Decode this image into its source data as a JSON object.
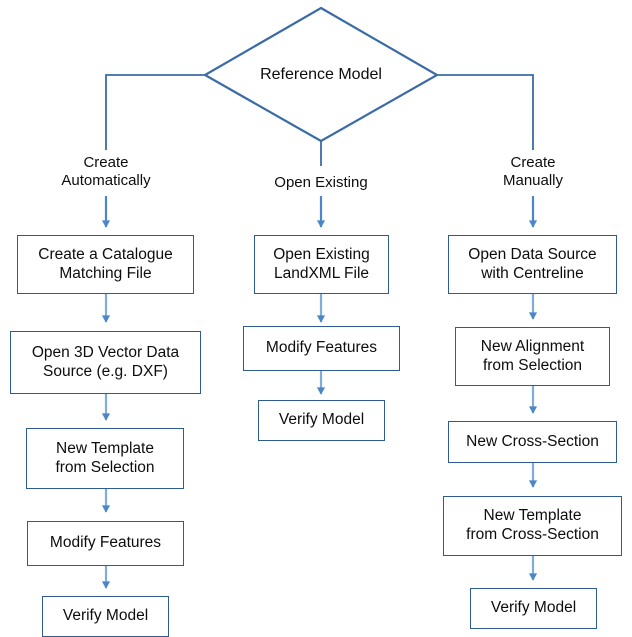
{
  "diagram": {
    "title": "Reference Model workflow flowchart",
    "colors": {
      "box_border": "#2e5b96",
      "decision_border": "#2e5b96",
      "connector": "#4a86c8",
      "wire": "#3a6ba5",
      "text": "#0d0d0d",
      "background": "#ffffff"
    },
    "root": {
      "label": "Reference Model",
      "shape": "diamond"
    },
    "branches": [
      {
        "id": "automatic",
        "label": "Create\nAutomatically",
        "steps": [
          {
            "label": "Create a Catalogue\nMatching File"
          },
          {
            "label": "Open 3D Vector Data\nSource (e.g. DXF)"
          },
          {
            "label": "New Template\nfrom Selection"
          },
          {
            "label": "Modify Features"
          },
          {
            "label": "Verify Model"
          }
        ]
      },
      {
        "id": "existing",
        "label": "Open Existing",
        "steps": [
          {
            "label": "Open Existing\nLandXML File"
          },
          {
            "label": "Modify Features"
          },
          {
            "label": "Verify Model"
          }
        ]
      },
      {
        "id": "manual",
        "label": "Create\nManually",
        "steps": [
          {
            "label": "Open Data Source\nwith Centreline"
          },
          {
            "label": "New Alignment\nfrom Selection"
          },
          {
            "label": "New Cross-Section"
          },
          {
            "label": "New Template\nfrom Cross-Section"
          },
          {
            "label": "Verify Model"
          }
        ]
      }
    ]
  }
}
